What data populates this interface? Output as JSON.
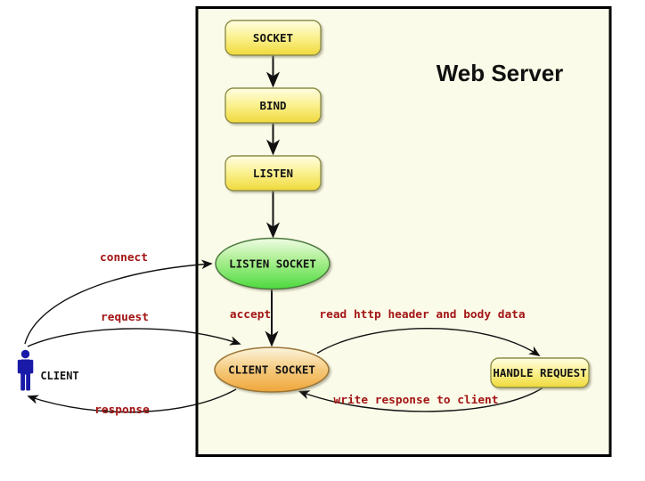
{
  "diagram": {
    "title": "Web Server",
    "actor": {
      "label": "CLIENT"
    },
    "nodes": {
      "socket": {
        "label": "SOCKET"
      },
      "bind": {
        "label": "BIND"
      },
      "listen": {
        "label": "LISTEN"
      },
      "listen_socket": {
        "label": "LISTEN SOCKET"
      },
      "client_socket": {
        "label": "CLIENT SOCKET"
      },
      "handle_request": {
        "label": "HANDLE REQUEST"
      }
    },
    "edges": {
      "connect": {
        "label": "connect"
      },
      "request": {
        "label": "request"
      },
      "response": {
        "label": "response"
      },
      "accept": {
        "label": "accept"
      },
      "read": {
        "label": "read http header and body data"
      },
      "write": {
        "label": "write response to client"
      }
    },
    "colors": {
      "edge_label": "#A31515",
      "boundary_fill": "#FBFBE9",
      "boundary_stroke": "#000000",
      "process_fill_top": "#FFFEE3",
      "process_fill_bottom": "#EFD93B",
      "listen_socket_fill_top": "#F0FBE4",
      "listen_socket_fill_bottom": "#4CDA3E",
      "client_socket_fill_top": "#FBF5DE",
      "client_socket_fill_bottom": "#EFA63A",
      "actor_color": "#1A1AA8",
      "arrow_color": "#111111"
    }
  }
}
